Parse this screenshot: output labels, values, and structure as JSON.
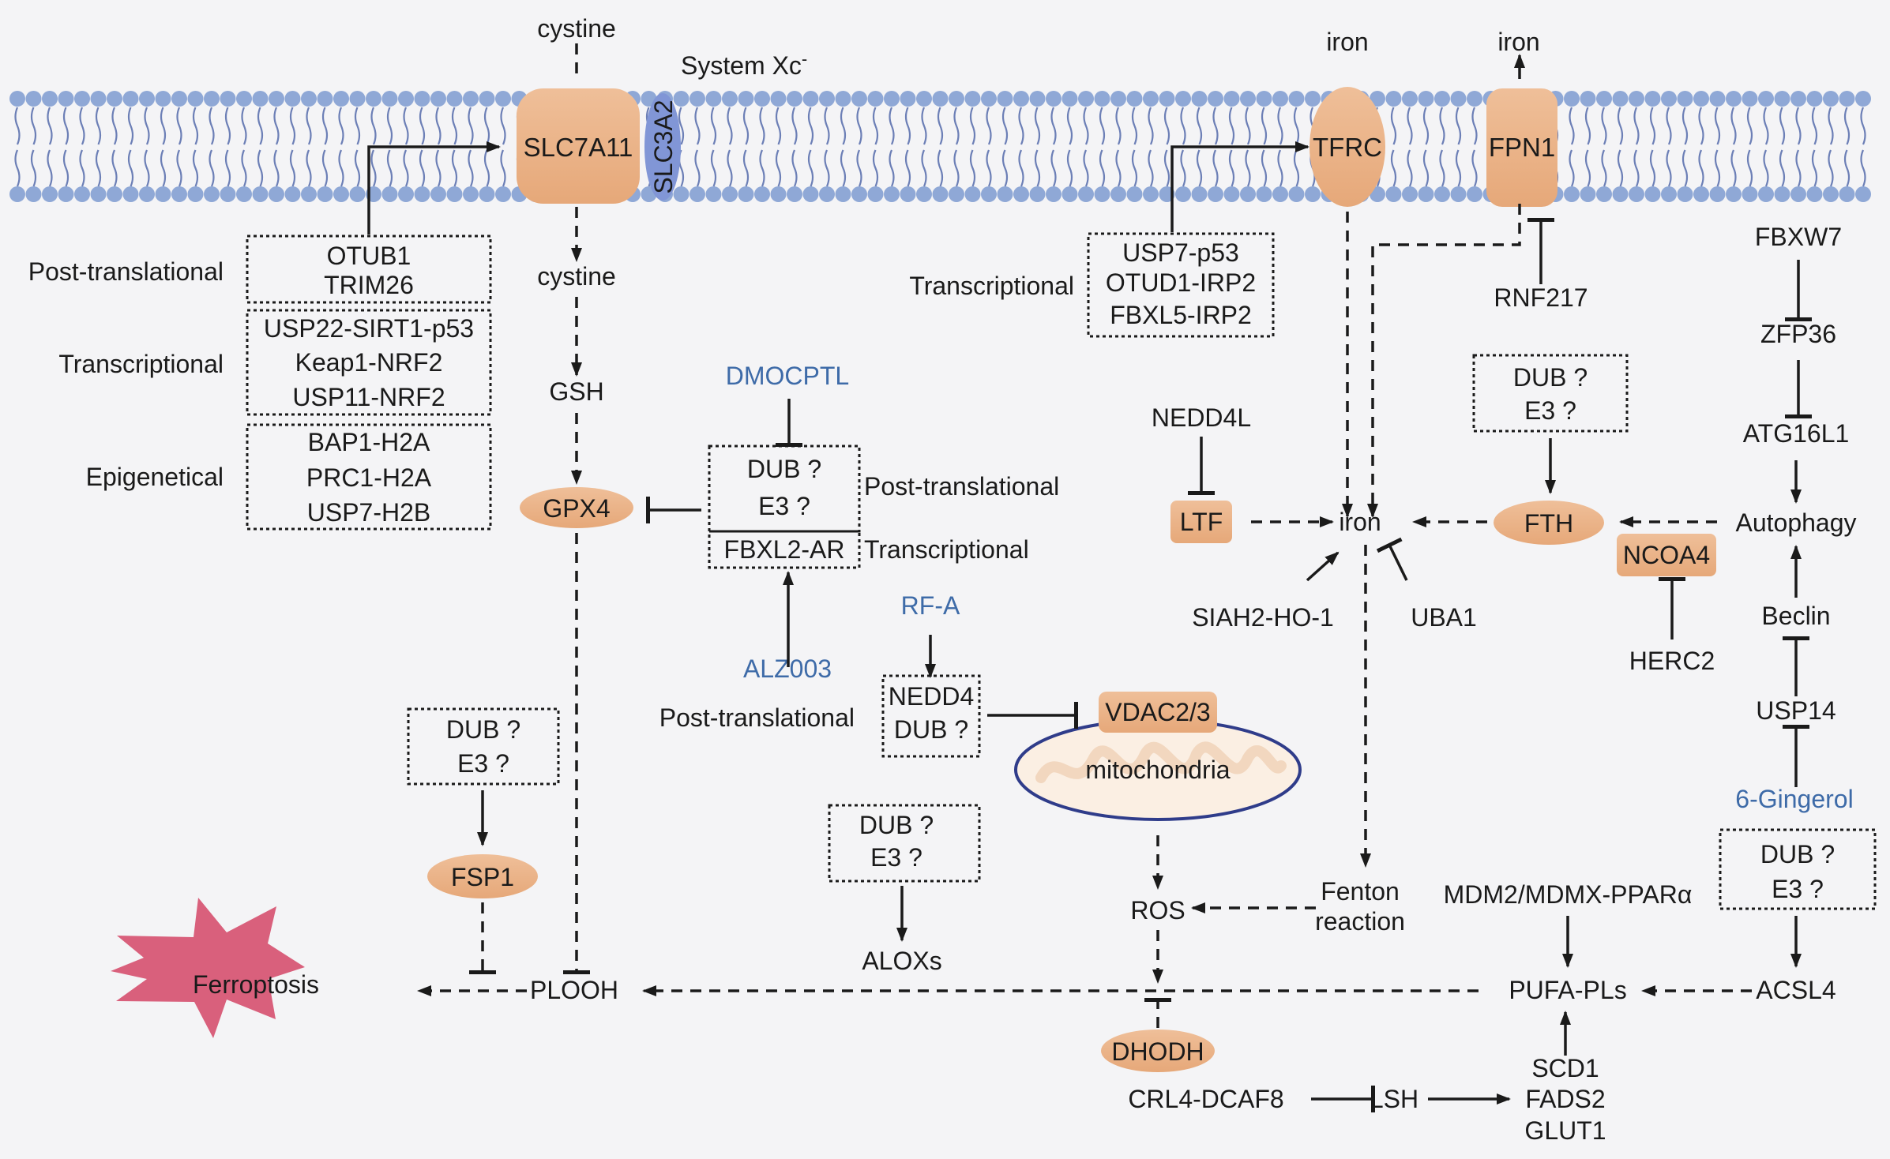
{
  "colors": {
    "background": "#f4f4f6",
    "membrane_head": "#8fa8d6",
    "membrane_tail": "#6c7fb6",
    "protein_fill": "#eab389",
    "slc3a2_fill": "#8196d6",
    "drug_text": "#3e6ba8",
    "ferroptosis_burst": "#d9607c",
    "mitochondria_fill": "#fbefe3",
    "mitochondria_stroke": "#2f3c8a"
  },
  "icons": {
    "cell_membrane": "lipid-bilayer",
    "ferroptosis": "starburst",
    "mitochondria": "mitochondria-organelle"
  },
  "top": {
    "cystine_in": "cystine",
    "system_xc": "System Xc",
    "system_xc_sup": "-",
    "iron_tfrc": "iron",
    "iron_fpn1": "iron"
  },
  "proteins": {
    "slc7a11": "SLC7A11",
    "slc3a2": "SLC3A2",
    "tfrc": "TFRC",
    "fpn1": "FPN1",
    "gpx4": "GPX4",
    "fsp1": "FSP1",
    "ltf": "LTF",
    "fth": "FTH",
    "ncoa4": "NCOA4",
    "vdac": "VDAC2/3",
    "dhodh": "DHODH",
    "mito": "mitochondria",
    "ferroptosis": "Ferroptosis"
  },
  "regulation_labels": {
    "post_translational": "Post-translational",
    "transcriptional": "Transcriptional",
    "epigenetical": "Epigenetical",
    "transcriptional_tfrc": "Transcriptional",
    "post_translational_gpx4": "Post-translational",
    "transcriptional_gpx4": "Transcriptional",
    "post_translational_nedd4": "Post-translational"
  },
  "boxes": {
    "slc_post": [
      "OTUB1",
      "TRIM26"
    ],
    "slc_trans": [
      "USP22-SIRT1-p53",
      "Keap1-NRF2",
      "USP11-NRF2"
    ],
    "slc_epi": [
      "BAP1-H2A",
      "PRC1-H2A",
      "USP7-H2B"
    ],
    "tfrc_trans": [
      "USP7-p53",
      "OTUD1-IRP2",
      "FBXL5-IRP2"
    ],
    "gpx4_post": [
      "DUB ?",
      "E3 ?"
    ],
    "gpx4_trans": [
      "FBXL2-AR"
    ],
    "fsp1_reg": [
      "DUB ?",
      "E3 ?"
    ],
    "alox_reg": [
      "DUB ?",
      "E3 ?"
    ],
    "nedd4_box": [
      "NEDD4",
      "DUB ?"
    ],
    "fth_reg": [
      "DUB ?",
      "E3 ?"
    ],
    "acsl4_reg": [
      "DUB ?",
      "E3 ?"
    ]
  },
  "nodes": {
    "cystine_mid": "cystine",
    "gsh": "GSH",
    "plooh": "PLOOH",
    "alox": "ALOXs",
    "ros": "ROS",
    "fenton_1": "Fenton",
    "fenton_2": "reaction",
    "pufa": "PUFA-PLs",
    "acsl4": "ACSL4",
    "mdm2": "MDM2/MDMX-PPARα",
    "iron_center": "iron",
    "nedd4l": "NEDD4L",
    "siah2": "SIAH2-HO-1",
    "uba1": "UBA1",
    "rnf217": "RNF217",
    "herc2": "HERC2",
    "fbxw7": "FBXW7",
    "zfp36": "ZFP36",
    "atg16l1": "ATG16L1",
    "autophagy": "Autophagy",
    "beclin": "Beclin",
    "usp14": "USP14",
    "crl4": "CRL4-DCAF8",
    "lsh": "LSH",
    "scd1_list": [
      "SCD1",
      "FADS2",
      "GLUT1"
    ]
  },
  "drugs": {
    "dmocptl": "DMOCPTL",
    "alz003": "ALZ003",
    "rfa": "RF-A",
    "gingerol": "6-Gingerol"
  }
}
